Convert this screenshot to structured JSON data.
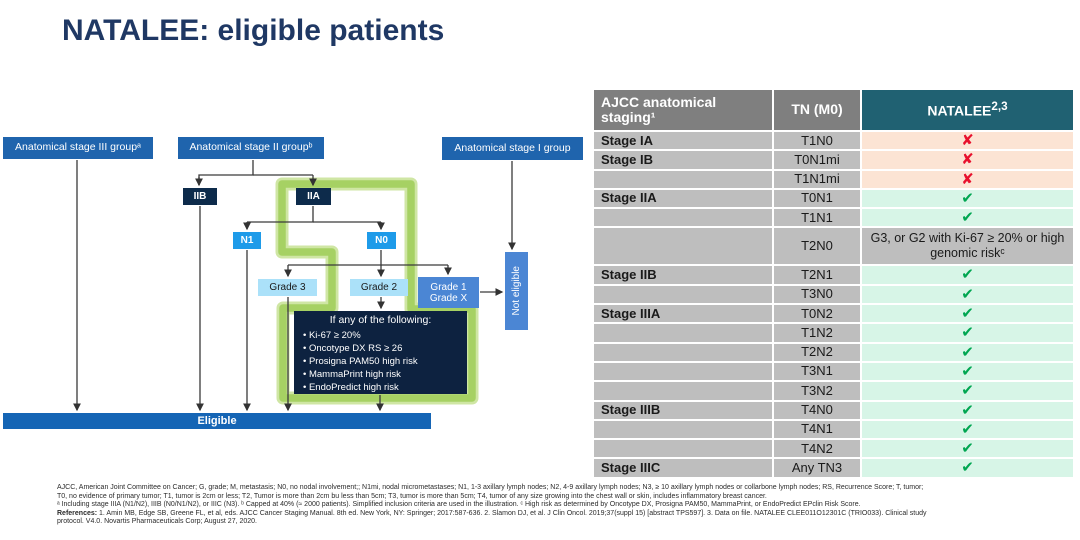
{
  "title": "NATALEE: eligible patients",
  "flowchart": {
    "stage3_label": "Anatomical stage III groupᵃ",
    "stage2_label": "Anatomical stage II groupᵇ",
    "stage1_label": "Anatomical stage I group",
    "iib_label": "IIB",
    "iia_label": "IIA",
    "n1_label": "N1",
    "n0_label": "N0",
    "grade3_label": "Grade 3",
    "grade2_label": "Grade 2",
    "grade1x_line1": "Grade 1",
    "grade1x_line2": "Grade X",
    "not_eligible_label": "Not eligible",
    "criteria_box": {
      "title": "If any of the following:",
      "items": [
        "Ki-67 ≥ 20%",
        "Oncotype DX RS ≥ 26",
        "Prosigna PAM50 high risk",
        "MammaPrint high risk",
        "EndoPredict high risk"
      ]
    },
    "eligible_label": "Eligible"
  },
  "table": {
    "header_col1": "AJCC anatomical staging¹",
    "header_col2": "TN (M0)",
    "header_col3_main": "NATALEE",
    "header_col3_sup": "2,3",
    "marks": {
      "x": "✘",
      "check": "✔"
    },
    "rows": [
      {
        "stage": "Stage IA",
        "tn": "T1N0",
        "result": "x"
      },
      {
        "stage": "Stage IB",
        "tn": "T0N1mi",
        "result": "x"
      },
      {
        "stage": "",
        "tn": "T1N1mi",
        "result": "x"
      },
      {
        "stage": "Stage IIA",
        "tn": "T0N1",
        "result": "check"
      },
      {
        "stage": "",
        "tn": "T1N1",
        "result": "check"
      },
      {
        "stage": "",
        "tn": "T2N0",
        "result": "text",
        "text": "G3, or G2 with Ki-67 ≥ 20% or high genomic riskᶜ"
      },
      {
        "stage": "Stage IIB",
        "tn": "T2N1",
        "result": "check"
      },
      {
        "stage": "",
        "tn": "T3N0",
        "result": "check"
      },
      {
        "stage": "Stage IIIA",
        "tn": "T0N2",
        "result": "check"
      },
      {
        "stage": "",
        "tn": "T1N2",
        "result": "check"
      },
      {
        "stage": "",
        "tn": "T2N2",
        "result": "check"
      },
      {
        "stage": "",
        "tn": "T3N1",
        "result": "check"
      },
      {
        "stage": "",
        "tn": "T3N2",
        "result": "check"
      },
      {
        "stage": "Stage IIIB",
        "tn": "T4N0",
        "result": "check"
      },
      {
        "stage": "",
        "tn": "T4N1",
        "result": "check"
      },
      {
        "stage": "",
        "tn": "T4N2",
        "result": "check"
      },
      {
        "stage": "Stage IIIC",
        "tn": "Any TN3",
        "result": "check"
      }
    ]
  },
  "footnotes": {
    "abbrev_line1": "AJCC, American Joint Committee on Cancer; G, grade; M, metastasis; N0, no nodal involvement;; N1mi, nodal micrometastases; N1, 1-3 axillary lymph nodes; N2, 4-9 axillary lymph nodes; N3, ≥ 10 axillary lymph nodes or collarbone lymph nodes; RS, Recurrence Score; T, tumor;",
    "abbrev_line2": "T0, no evidence of primary tumor; T1, tumor is 2cm or less; T2, Tumor is more than 2cm bu less than 5cm; T3, tumor is more than 5cm; T4, tumor of any size growing into the chest wall or skin, includes inflammatory breast cancer.",
    "letters_line": "ᵃ Including stage IIIA (N1/N2), IIIB (N0/N1/N2), or IIIC (N3). ᵇ Capped at 40% (≈ 2000 patients). Simplified inclusion criteria are used in the illustration. ᶜ High risk as determined by Oncotype DX, Prosigna PAM50, MammaPrint, or EndoPredict EPclin Risk Score.",
    "references_label": "References:",
    "references_line1": " 1. Amin MB, Edge SB, Greene FL, et al, eds. AJCC Cancer Staging Manual. 8th ed. New York, NY: Springer; 2017:587-636. 2. Slamon DJ, et al. J Clin Oncol. 2019;37(suppl 15) [abstract TPS597]. 3. Data on file. NATALEE CLEE011O12301C (TRIO033). Clinical study",
    "references_line2": "protocol. V4.0. Novartis Pharmaceuticals Corp; August 27, 2020."
  },
  "colors": {
    "title_navy": "#1f3864",
    "stage_box_blue": "#1f64ad",
    "dark_navy_box": "#0d2b4b",
    "bright_blue_box": "#1e9be9",
    "light_blue_box": "#abe1f9",
    "mid_blue_box": "#4b86d4",
    "criteria_box_bg": "#0d2240",
    "eligible_bar": "#1565b5",
    "green_highlight": "#a6d163",
    "header_gray": "#7f7f7f",
    "header_teal": "#206172",
    "cell_gray": "#bebebe",
    "cell_peach": "#fce4d4",
    "cell_mint": "#d7f5e7",
    "cross_red": "#e8112d",
    "check_green": "#00a651"
  }
}
